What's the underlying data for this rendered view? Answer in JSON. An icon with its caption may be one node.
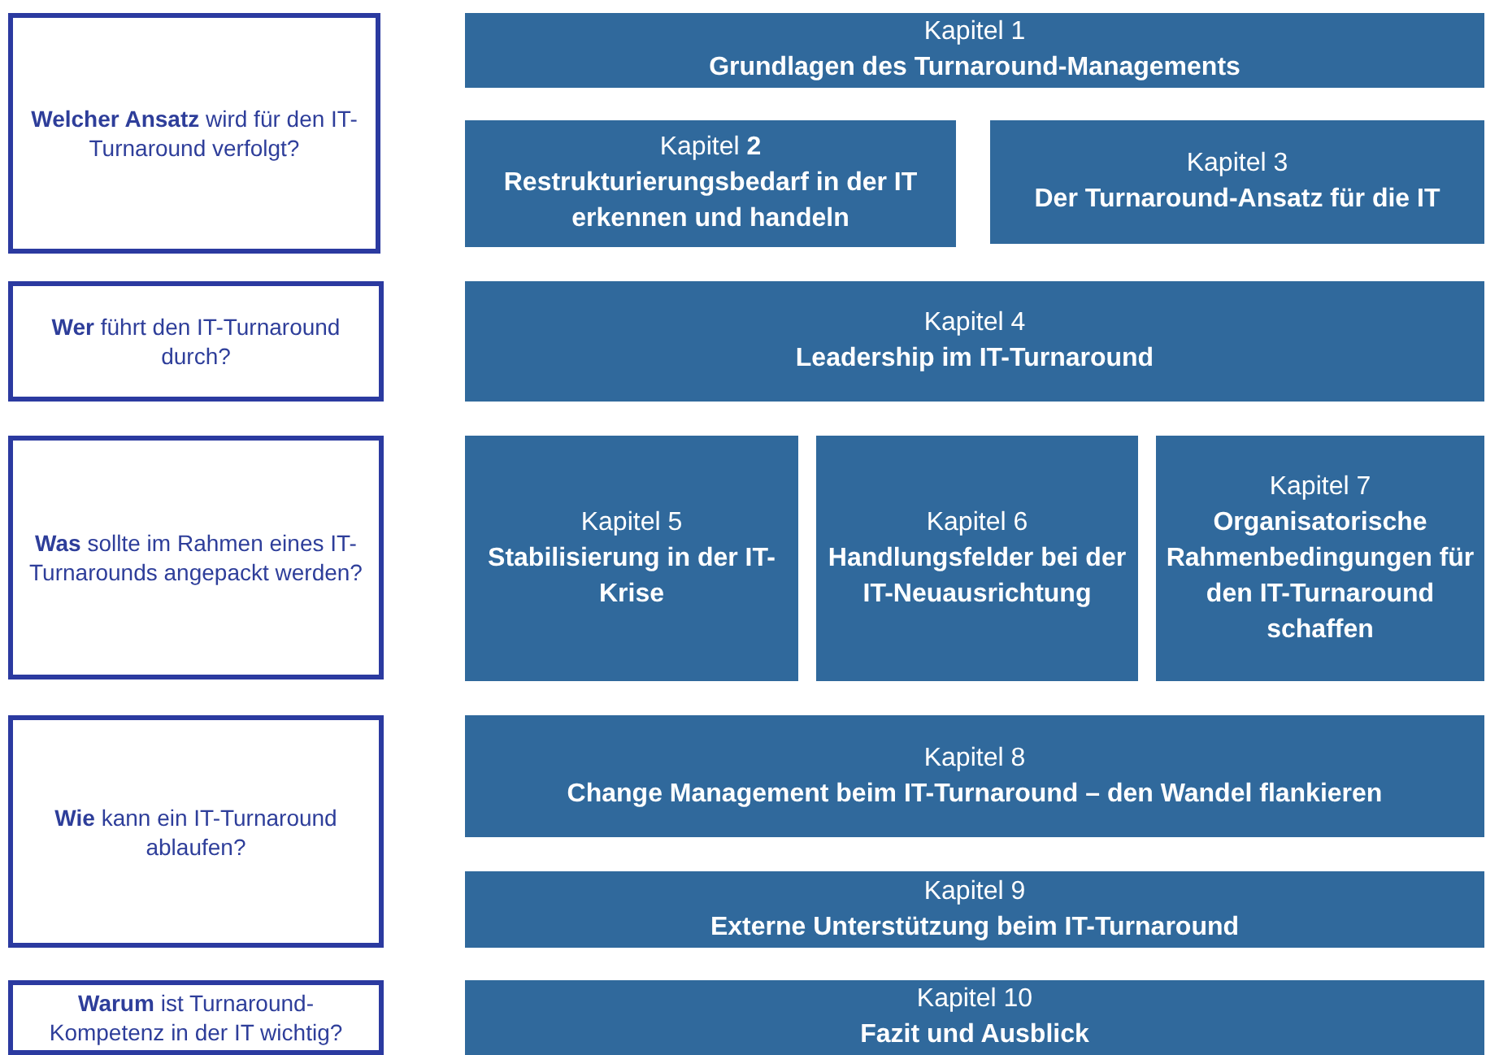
{
  "diagram": {
    "nodes": [
      {
        "text": [
          "**Welcher Ansatz** wird für den IT-Turnaround verfolgt?"
        ]
      },
      {
        "text": [
          "Kapitel 1",
          "Grundlagen des Turnaround-Managements"
        ]
      },
      {
        "text": [
          "Kapitel **2**",
          "Restrukturierungsbedarf in der IT erkennen und handeln"
        ]
      },
      {
        "text": [
          "Kapitel 3",
          "Der Turnaround-Ansatz für die IT"
        ]
      },
      {
        "text": [
          "**Wer** führt den IT-Turnaround durch?"
        ]
      },
      {
        "text": [
          "Kapitel 4",
          "Leadership im IT-Turnaround"
        ]
      },
      {
        "text": [
          "**Was** sollte im Rahmen eines IT-Turnarounds angepackt werden?"
        ]
      },
      {
        "text": [
          "Kapitel 5",
          "Stabilisierung in der IT-Krise"
        ]
      },
      {
        "text": [
          "Kapitel 6",
          "Handlungsfelder bei der IT-Neuausrichtung"
        ]
      },
      {
        "text": [
          "Kapitel 7",
          "Organisatorische Rahmenbedingungen für den IT-Turnaround schaffen"
        ]
      },
      {
        "text": [
          "**Wie** kann ein IT-Turnaround ablaufen?"
        ]
      },
      {
        "text": [
          "Kapitel 8",
          "Change Management beim IT-Turnaround – den Wandel flankieren"
        ]
      },
      {
        "text": [
          "Kapitel 9",
          "Externe Unterstützung beim IT-Turnaround"
        ]
      },
      {
        "text": [
          "**Warum** ist Turnaround-Kompetenz in der IT wichtig?"
        ]
      },
      {
        "text": [
          "Kapitel 10",
          "Fazit und Ausblick"
        ]
      }
    ]
  }
}
